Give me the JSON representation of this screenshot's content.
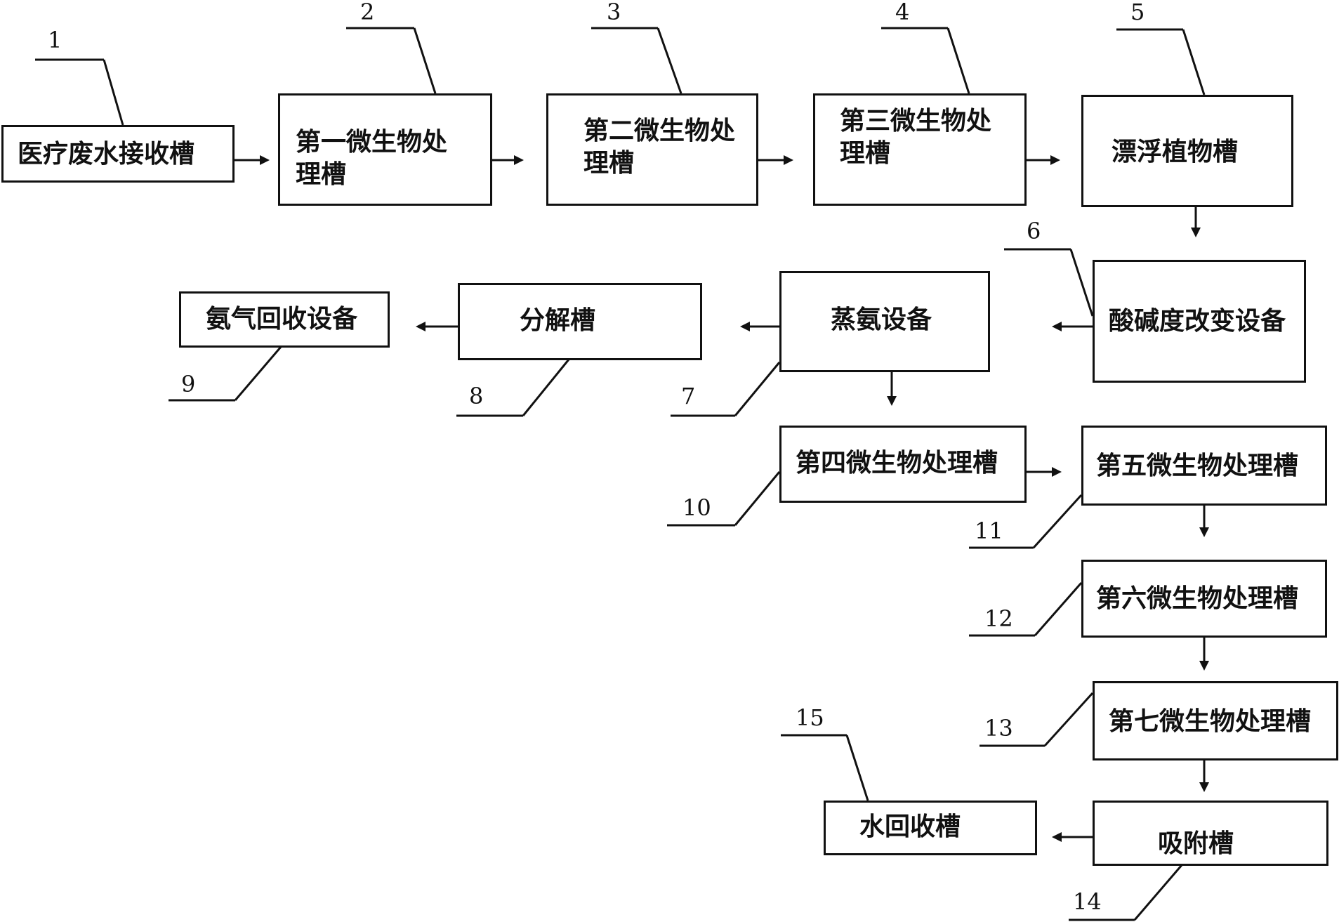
{
  "boxes": {
    "b1": "医疗废水接收槽",
    "b2": "第一微生物处理槽",
    "b3": "第二微生物处理槽",
    "b4": "第三微生物处理槽",
    "b5": "漂浮植物槽",
    "b6": "酸碱度改变设备",
    "b7": "蒸氨设备",
    "b8": "分解槽",
    "b9": "氨气回收设备",
    "b10": "第四微生物处理槽",
    "b11": "第五微生物处理槽",
    "b12": "第六微生物处理槽",
    "b13": "第七微生物处理槽",
    "b14": "吸附槽",
    "b15": "水回收槽"
  },
  "labels": [
    "1",
    "2",
    "3",
    "4",
    "5",
    "6",
    "7",
    "8",
    "9",
    "10",
    "11",
    "12",
    "13",
    "14",
    "15"
  ]
}
